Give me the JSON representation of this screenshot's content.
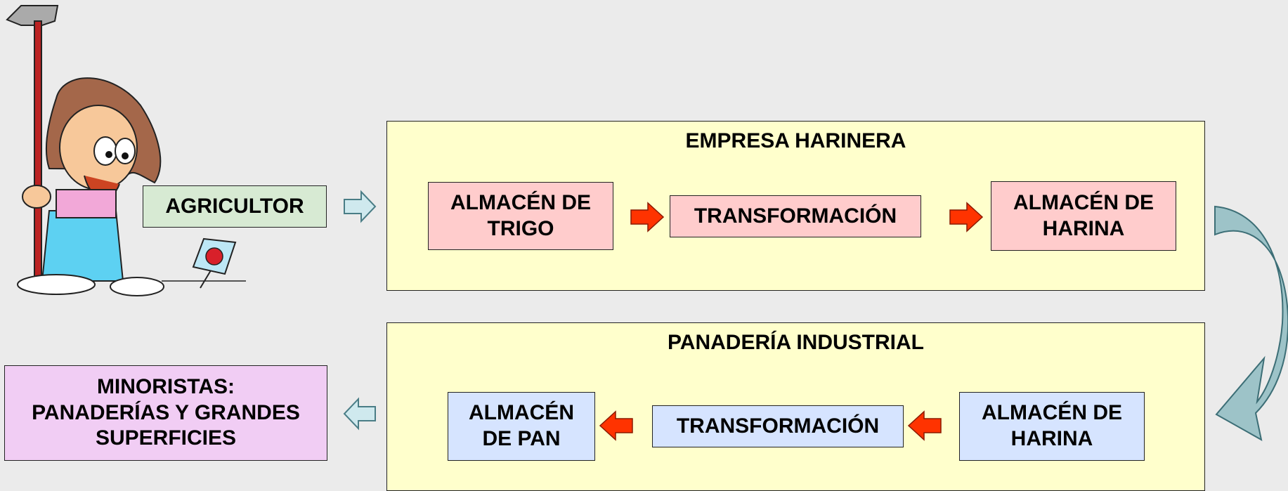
{
  "agricultor": {
    "label": "AGRICULTOR"
  },
  "empresa": {
    "title": "EMPRESA HARINERA",
    "steps": [
      "ALMACÉN DE\nTRIGO",
      "TRANSFORMACIÓN",
      "ALMACÉN DE\nHARINA"
    ]
  },
  "panaderia": {
    "title": "PANADERÍA INDUSTRIAL",
    "steps": [
      "ALMACÉN\nDE PAN",
      "TRANSFORMACIÓN",
      "ALMACÉN DE\nHARINA"
    ]
  },
  "minoristas": {
    "label": "MINORISTAS:\nPANADERÍAS Y GRANDES\nSUPERFICIES"
  },
  "colors": {
    "panel": "#ffffcc",
    "pink": "#ffcccc",
    "blue": "#d6e4ff",
    "green": "#d7ead3",
    "violet": "#f1cdf4",
    "red_arrow": "#ff3300",
    "light_arrow": "#cfe9ee",
    "curved_arrow": "#9dc3c8"
  }
}
